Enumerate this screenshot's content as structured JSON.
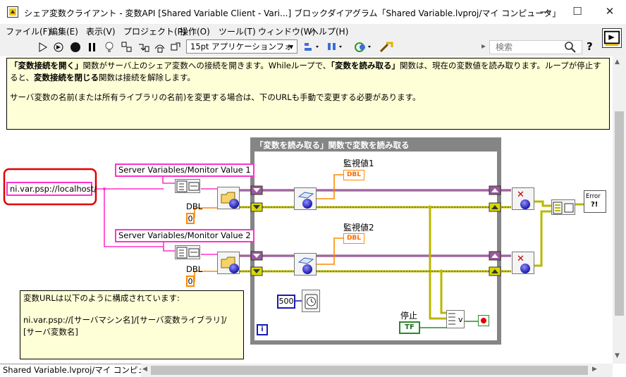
{
  "window": {
    "title": "シェア変数クライアント - 変数API [Shared Variable Client - Vari...] ブロックダイアグラム「Shared Variable.lvproj/マイ コンピュータ」",
    "minimize_glyph": "—",
    "maximize_glyph": "☐",
    "close_glyph": "✕"
  },
  "menu": [
    {
      "label": "ファイル(F)"
    },
    {
      "label": "編集(E)"
    },
    {
      "label": "表示(V)"
    },
    {
      "label": "プロジェクト(P)"
    },
    {
      "label": "操作(O)"
    },
    {
      "label": "ツール(T)"
    },
    {
      "label": "ウィンドウ(W)"
    },
    {
      "label": "ヘルプ(H)"
    }
  ],
  "toolbar": {
    "font_select": "15pt アプリケーションフォント",
    "search_placeholder": "検索",
    "help_glyph": "?",
    "icons": [
      "run-arrow-icon",
      "run-continuously-icon",
      "abort-icon",
      "pause-icon",
      "highlight-execution-icon",
      "retain-wire-values-icon",
      "step-into-icon",
      "step-over-icon",
      "step-out-icon",
      "align-icon",
      "distribute-icon",
      "reorder-icon",
      "cleanup-icon"
    ]
  },
  "diagram": {
    "top_note": {
      "line1_part1_bold": "「変数接続を開く」",
      "line1_part2": "関数がサーバ上のシェア変数への接続を開きます。Whileループで、",
      "line1_part3_bold": "「変数を読み取る」",
      "line1_part4": "関数は、現在の変数値を読み取ります。ループが停止すると、",
      "line1_part5_bold": "変数接続を閉じる",
      "line1_part6": "関数は接続を解除します。",
      "line2": "サーバ変数の名前(または所有ライブラリの名前)を変更する場合は、下のURLも手動で変更する必要があります。"
    },
    "url_constant": "ni.var.psp://localhost/",
    "var1_label": "Server Variables/Monitor Value 1",
    "var2_label": "Server Variables/Monitor Value 2",
    "dbl_label": "DBL",
    "dbl_value": "0",
    "loop_label": "「変数を読み取る」関数で変数を読み取る",
    "indicator1": "監視値1",
    "indicator2": "監視値2",
    "indicator_type": "DBL",
    "wait_value": "500",
    "stop_label": "停止",
    "stop_const": "TF",
    "loop_iter": "i",
    "error_text": "Error",
    "or_glyph": "v",
    "bottom_note": {
      "line1": "変数URLは以下のように構成されています:",
      "line2": "ni.var.psp://[サーバマシン名]/[サーバ変数ライブラリ]/",
      "line3": "[サーバ変数名]"
    }
  },
  "status": {
    "context": "Shared Variable.lvproj/マイ コンピュータ"
  },
  "colors": {
    "string_wire": "#ff33cc",
    "error_wire": "#b8b800",
    "double_wire": "#ff8a00",
    "refnum_wire": "#7a2a7a",
    "loop_border": "#808080",
    "note_bg": "#ffffd7",
    "highlight": "#e00000"
  }
}
